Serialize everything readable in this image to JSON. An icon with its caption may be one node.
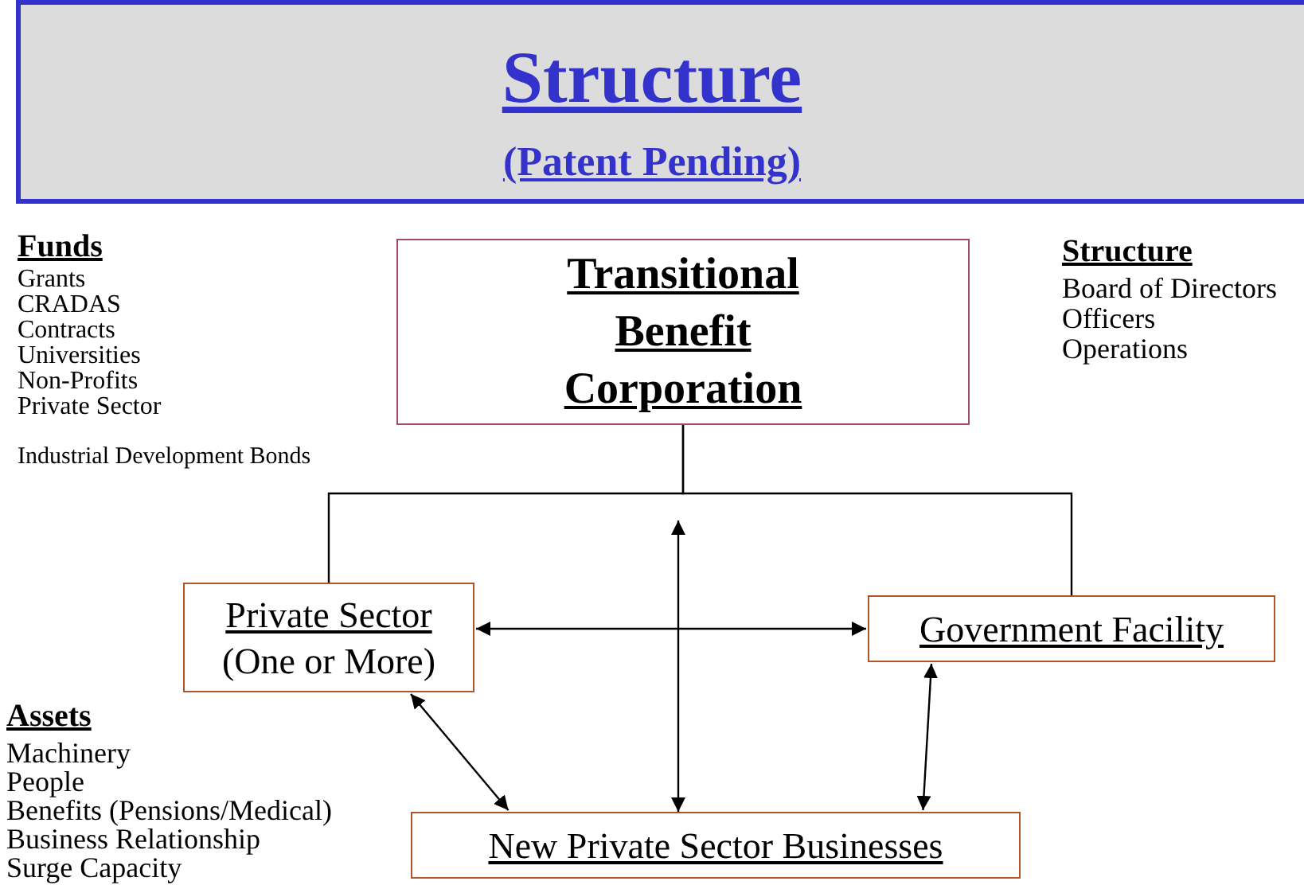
{
  "diagram": {
    "title": "Structure",
    "nodes": [
      {
        "text": [
          "Transitional Benefit Corporation"
        ]
      },
      {
        "text": [
          "Private Sector",
          "(One or More)"
        ]
      },
      {
        "text": [
          "Government Facility"
        ]
      },
      {
        "text": [
          "New Private Sector Businesses"
        ]
      }
    ],
    "edges": [
      {
        "from": 0,
        "to": 1,
        "arrow": "none"
      },
      {
        "from": 0,
        "to": 2,
        "arrow": "none"
      },
      {
        "from": null,
        "to": 3,
        "arrow": "both"
      },
      {
        "from": 1,
        "to": 2,
        "arrow": "both"
      },
      {
        "from": 1,
        "to": 3,
        "arrow": "both"
      },
      {
        "from": 2,
        "to": 3,
        "arrow": "both"
      }
    ],
    "labels": [
      "(Patent Pending)",
      "Funds",
      "Grants",
      "CRADAS",
      "Contracts",
      "Universities",
      "Non-Profits",
      "Private Sector",
      "Industrial Development Bonds",
      "Structure",
      "Board of Directors",
      "Officers",
      "Operations",
      "Assets",
      "Machinery",
      "People",
      "Benefits (Pensions/Medical)",
      "Business Relationship",
      "Surge Capacity"
    ]
  }
}
